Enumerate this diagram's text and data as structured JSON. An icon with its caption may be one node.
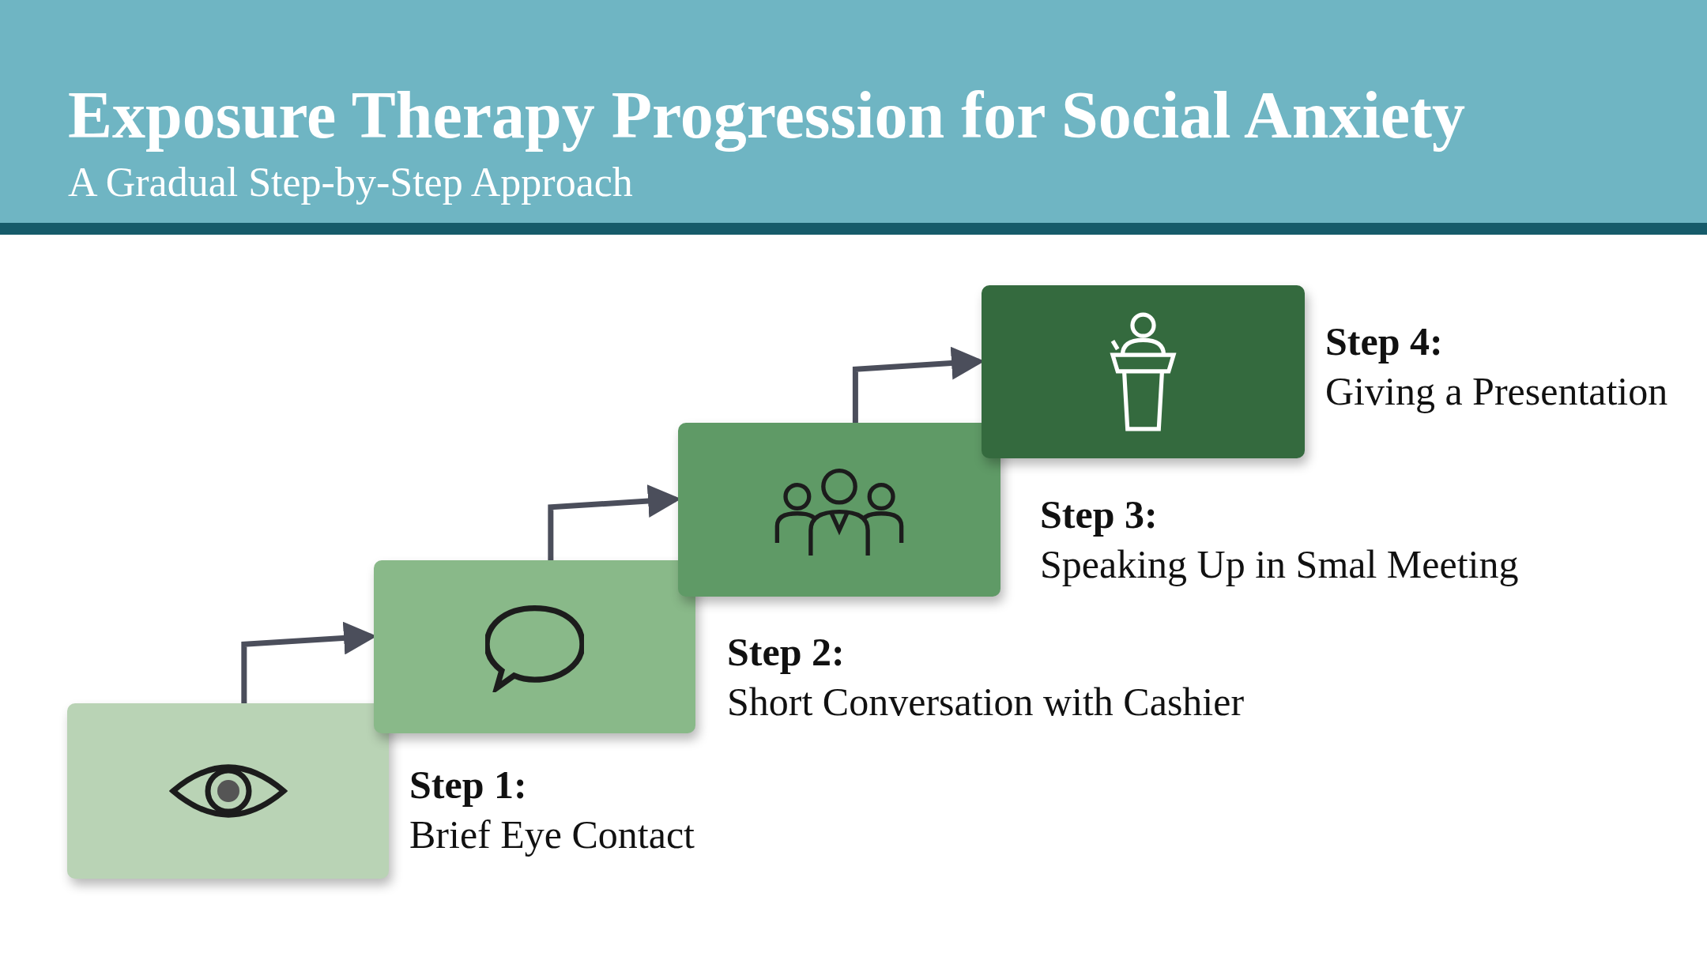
{
  "diagram": {
    "title": "Exposure Therapy Progression for Social Anxiety",
    "caption": "A Gradual Step-by-Step Approach",
    "nodes": [
      {
        "text": [
          "Step 1:",
          "Brief Eye Contact"
        ]
      },
      {
        "text": [
          "Step 2:",
          "Short Conversation with Cashier"
        ]
      },
      {
        "text": [
          "Step 3:",
          "Speaking Up in Smal Meeting"
        ]
      },
      {
        "text": [
          "Step 4:",
          "Giving a Presentation"
        ]
      }
    ],
    "edges": [
      {
        "from": 0,
        "to": 1,
        "arrow": "to"
      },
      {
        "from": 1,
        "to": 2,
        "arrow": "to"
      },
      {
        "from": 2,
        "to": 3,
        "arrow": "to"
      }
    ]
  }
}
